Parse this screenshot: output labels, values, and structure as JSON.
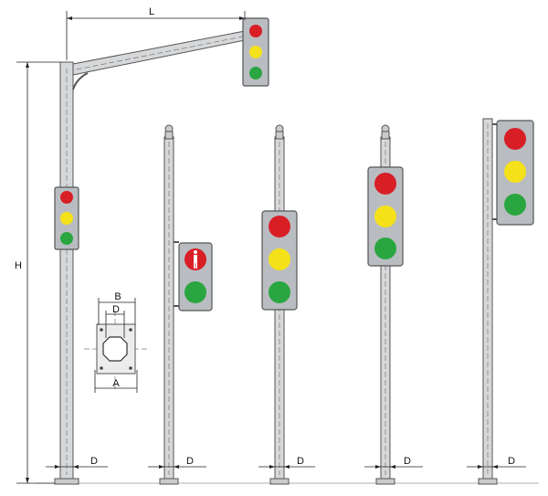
{
  "labels": {
    "L": "L",
    "H": "H",
    "B": "B",
    "D_plate": "D",
    "A": "A",
    "D1": "D",
    "D2": "D",
    "D3": "D",
    "D4": "D",
    "D5": "D"
  },
  "colors": {
    "red": "#d81f26",
    "yellow": "#f5e11a",
    "green": "#2aa640",
    "housing": "#b9bdc1",
    "pole": "#d6d8da"
  },
  "icons": [
    "pedestrian-icon"
  ]
}
